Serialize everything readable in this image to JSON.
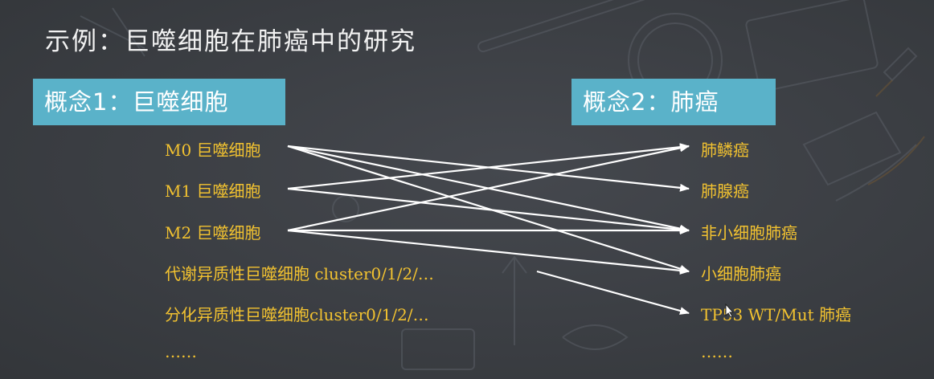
{
  "title": "示例：巨噬细胞在肺癌中的研究",
  "concept1": {
    "label": "概念1：巨噬细胞",
    "items": [
      "M0 巨噬细胞",
      "M1 巨噬细胞",
      "M2 巨噬细胞",
      "代谢异质性巨噬细胞 cluster0/1/2/…",
      "分化异质性巨噬细胞cluster0/1/2/…",
      "……"
    ]
  },
  "concept2": {
    "label": "概念2：肺癌",
    "items": [
      "肺鳞癌",
      "肺腺癌",
      "非小细胞肺癌",
      "小细胞肺癌",
      "TP53 WT/Mut 肺癌",
      "……"
    ]
  },
  "colors": {
    "background": "#3a3d42",
    "concept_box": "#5ab2c9",
    "item_text": "#f2c230",
    "arrow": "#ffffff"
  }
}
